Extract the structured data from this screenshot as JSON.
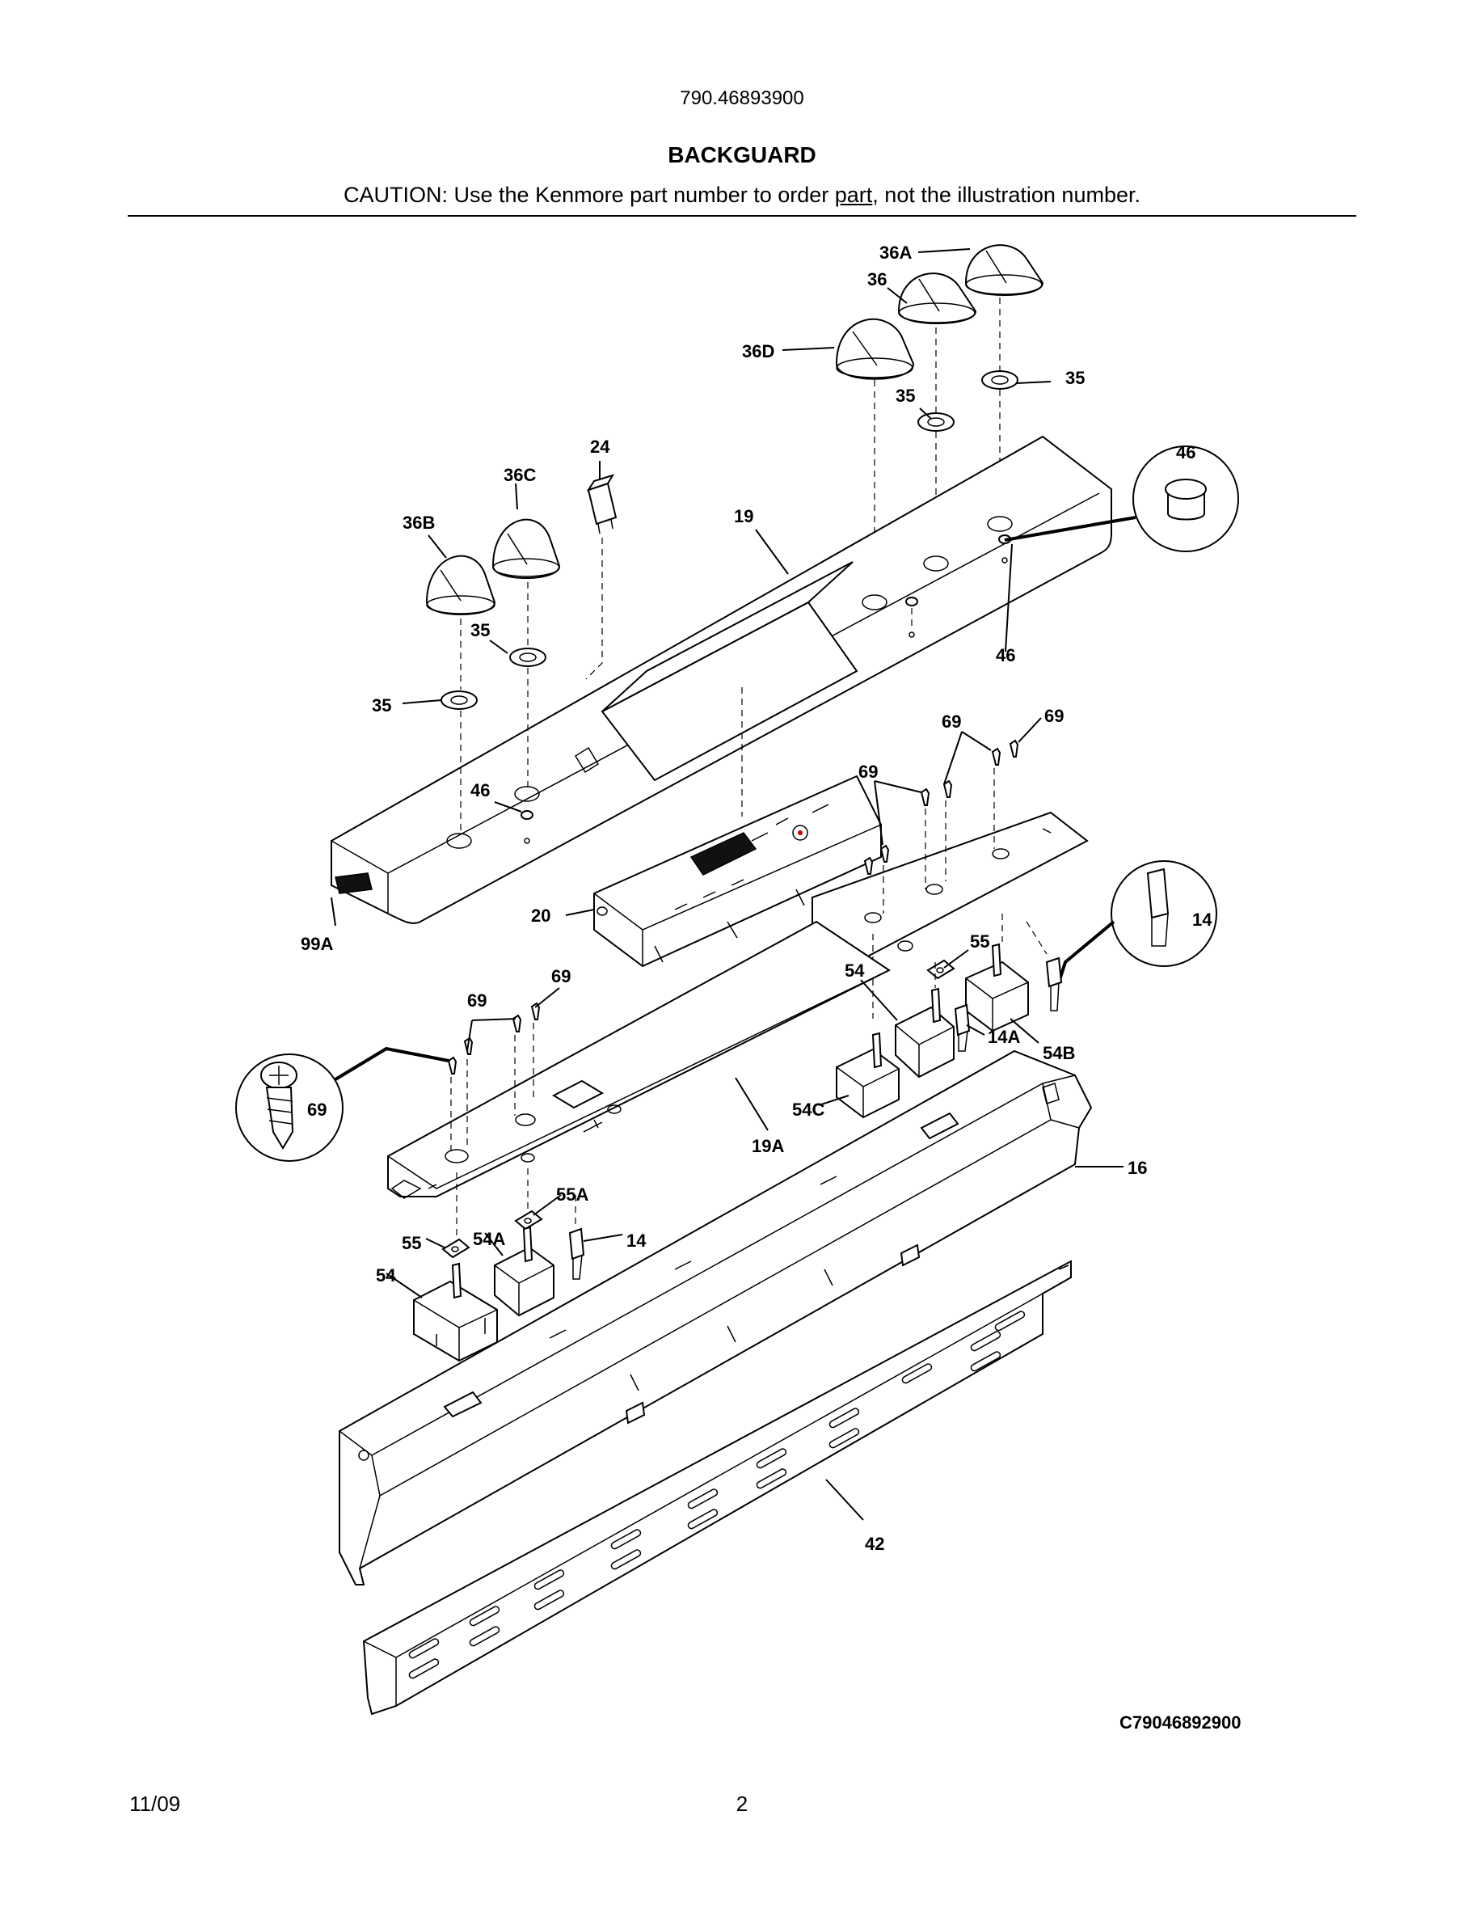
{
  "header": {
    "model_number": "790.46893900",
    "section_title": "BACKGUARD",
    "caution_before": "CAUTION: Use the Kenmore part number to order ",
    "caution_link": "part",
    "caution_after": ", not the illustration number."
  },
  "diagram": {
    "callouts": {
      "c36A": "36A",
      "c36": "36",
      "c36D": "36D",
      "c35a": "35",
      "c35b": "35",
      "c46a": "46",
      "c24": "24",
      "c36C": "36C",
      "c36B": "36B",
      "c19": "19",
      "c46b": "46",
      "c35c": "35",
      "c35d": "35",
      "c69a": "69",
      "c69b": "69",
      "c69c": "69",
      "c46c": "46",
      "c20": "20",
      "c99A": "99A",
      "c14a": "14",
      "c55a": "55",
      "c54a": "54",
      "c69d": "69",
      "c69e": "69",
      "c14A": "14A",
      "c54B": "54B",
      "c69f": "69",
      "c54C": "54C",
      "c19A": "19A",
      "c16": "16",
      "c55A": "55A",
      "c55b": "55",
      "c54A": "54A",
      "c14b": "14",
      "c54b": "54",
      "c42": "42"
    },
    "drawing_code": "C79046892900"
  },
  "footer": {
    "date": "11/09",
    "page": "2"
  }
}
